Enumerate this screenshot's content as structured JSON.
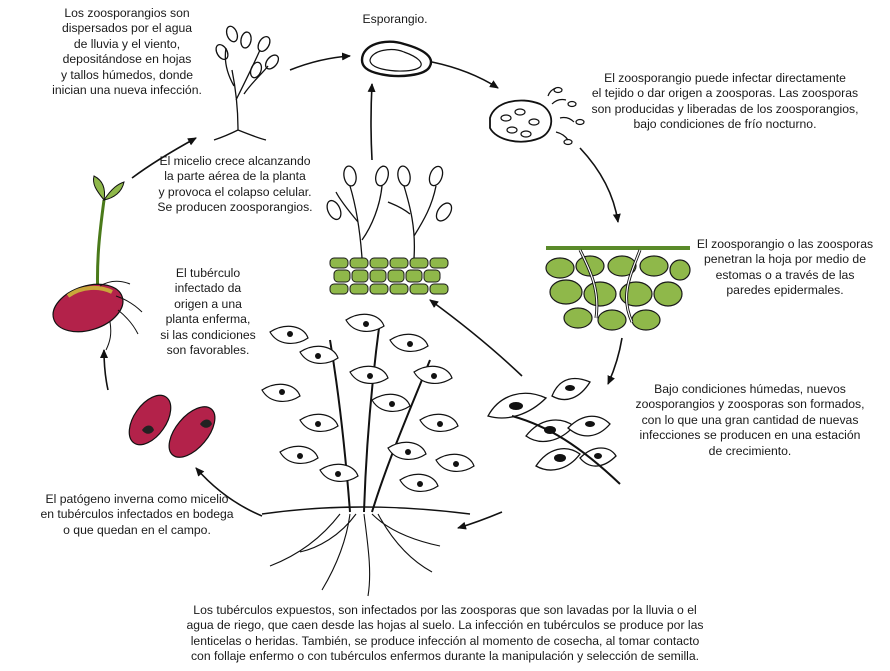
{
  "labels": {
    "esporangio": "Esporangio.",
    "dispersion": "Los zoosporangios son\ndispersados por el agua\nde lluvia y el viento,\ndepositándose en hojas\ny tallos húmedos, donde\ninician una nueva infección.",
    "infeccion_directa": "El zoosporangio puede infectar directamente\nel tejido  o dar origen a zoosporas. Las zoosporas\nson producidas y liberadas de los zoosporangios,\nbajo condiciones de frío nocturno.",
    "micelio": "El micelio crece alcanzando\nla parte aérea de la planta\ny provoca el  colapso celular.\nSe producen zoosporangios.",
    "penetracion": "El zoosporangio o las zoosporas\npenetran la hoja por medio de\nestomas o a través de las\nparedes epidermales.",
    "tuberculo_infectado": "El tubérculo\ninfectado da\norigen a una\nplanta enferma,\nsi las condiciones\nson favorables.",
    "condiciones_humedas": "Bajo condiciones húmedas, nuevos\nzoosporangios y zoosporas son formados,\ncon lo que una gran cantidad de nuevas\ninfecciones se producen en una estación\nde crecimiento.",
    "inverna": "El patógeno inverna como micelio\nen tubérculos infectados en bodega\no que quedan en el campo.",
    "tuberculos_expuestos": "Los tubérculos expuestos, son infectados por las zoosporas que son lavadas por la lluvia o el\nagua de riego, que caen desde las hojas al suelo. La infección en tubérculos se produce por las\nlenticelas o heridas. También, se produce infección al momento de cosecha, al tomar contacto\ncon follaje enfermo o con tubérculos enfermos durante la manipulación y selección de semilla."
  },
  "colors": {
    "tuber": "#b3224a",
    "leaf_cell": "#8fb84a",
    "stroke": "#111111"
  }
}
